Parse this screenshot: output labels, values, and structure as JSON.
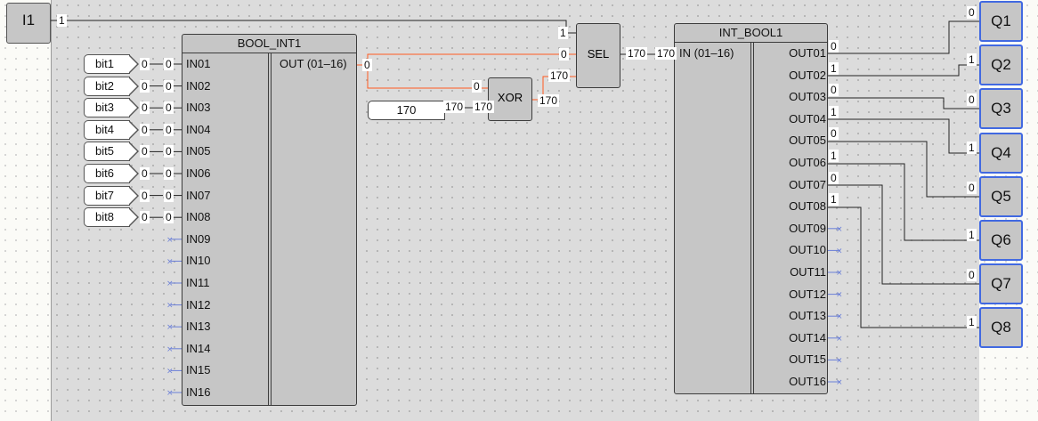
{
  "input_block": {
    "label": "I1",
    "value": "1"
  },
  "bool_int": {
    "title": "BOOL_INT1",
    "output_label": "OUT (01–16)",
    "output_value": "0",
    "inputs": [
      {
        "label": "IN01",
        "tag": "bit1",
        "tag_value": "0",
        "value": "0"
      },
      {
        "label": "IN02",
        "tag": "bit2",
        "tag_value": "0",
        "value": "0"
      },
      {
        "label": "IN03",
        "tag": "bit3",
        "tag_value": "0",
        "value": "0"
      },
      {
        "label": "IN04",
        "tag": "bit4",
        "tag_value": "0",
        "value": "0"
      },
      {
        "label": "IN05",
        "tag": "bit5",
        "tag_value": "0",
        "value": "0"
      },
      {
        "label": "IN06",
        "tag": "bit6",
        "tag_value": "0",
        "value": "0"
      },
      {
        "label": "IN07",
        "tag": "bit7",
        "tag_value": "0",
        "value": "0"
      },
      {
        "label": "IN08",
        "tag": "bit8",
        "tag_value": "0",
        "value": "0"
      },
      {
        "label": "IN09"
      },
      {
        "label": "IN10"
      },
      {
        "label": "IN11"
      },
      {
        "label": "IN12"
      },
      {
        "label": "IN13"
      },
      {
        "label": "IN14"
      },
      {
        "label": "IN15"
      },
      {
        "label": "IN16"
      }
    ]
  },
  "constant": {
    "value": "170",
    "out_value": "170"
  },
  "xor": {
    "title": "XOR",
    "in1_value": "0",
    "in2_value": "170",
    "out_value": "170"
  },
  "sel": {
    "title": "SEL",
    "in1_value": "1",
    "in2_value": "0",
    "in3_value": "170",
    "out_value": "170"
  },
  "int_bool": {
    "title": "INT_BOOL1",
    "input_label": "IN (01–16)",
    "input_value": "170",
    "outputs": [
      {
        "label": "OUT01",
        "value": "0"
      },
      {
        "label": "OUT02",
        "value": "1"
      },
      {
        "label": "OUT03",
        "value": "0"
      },
      {
        "label": "OUT04",
        "value": "1"
      },
      {
        "label": "OUT05",
        "value": "0"
      },
      {
        "label": "OUT06",
        "value": "1"
      },
      {
        "label": "OUT07",
        "value": "0"
      },
      {
        "label": "OUT08",
        "value": "1"
      },
      {
        "label": "OUT09"
      },
      {
        "label": "OUT10"
      },
      {
        "label": "OUT11"
      },
      {
        "label": "OUT12"
      },
      {
        "label": "OUT13"
      },
      {
        "label": "OUT14"
      },
      {
        "label": "OUT15"
      },
      {
        "label": "OUT16"
      }
    ]
  },
  "outputs": [
    {
      "label": "Q1",
      "value": "0"
    },
    {
      "label": "Q2",
      "value": "1"
    },
    {
      "label": "Q3",
      "value": "0"
    },
    {
      "label": "Q4",
      "value": "1"
    },
    {
      "label": "Q5",
      "value": "0"
    },
    {
      "label": "Q6",
      "value": "1"
    },
    {
      "label": "Q7",
      "value": "0"
    },
    {
      "label": "Q8",
      "value": "1"
    }
  ],
  "colors": {
    "wire": "#222222",
    "active_wire": "#ff5a1f",
    "output_border": "#4169e1",
    "block_fill": "#c6c6c6"
  }
}
